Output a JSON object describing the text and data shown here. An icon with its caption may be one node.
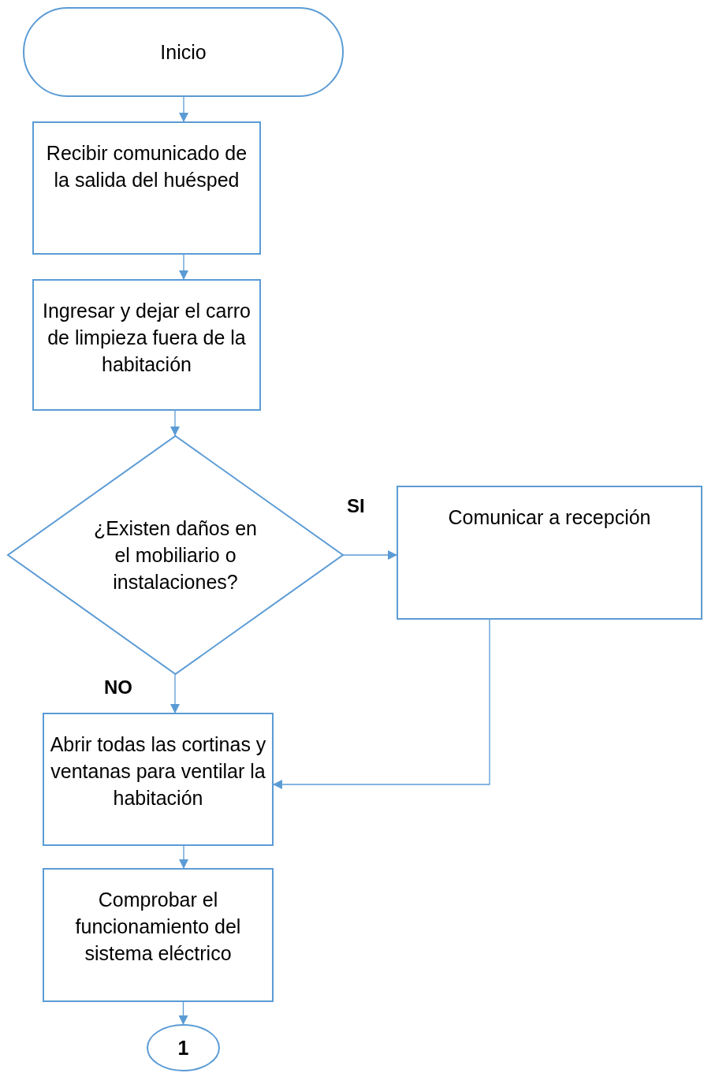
{
  "diagram": {
    "nodes": [
      {
        "text": [
          "Inicio"
        ]
      },
      {
        "text": [
          "Recibir comunicado de la salida del huésped"
        ]
      },
      {
        "text": [
          "Ingresar y dejar el carro de limpieza fuera de la habitación"
        ]
      },
      {
        "text": [
          "¿Existen daños en el mobiliario o instalaciones?"
        ]
      },
      {
        "text": [
          "Comunicar a recepción"
        ]
      },
      {
        "text": [
          "Abrir todas las cortinas y ventanas para ventilar la habitación"
        ]
      },
      {
        "text": [
          "Comprobar el funcionamiento del sistema eléctrico"
        ]
      },
      {
        "text": [
          "1"
        ]
      }
    ],
    "edges": [
      {
        "from": 0,
        "to": 1,
        "arrow": "to"
      },
      {
        "from": 1,
        "to": 2,
        "arrow": "to"
      },
      {
        "from": 2,
        "to": 3,
        "arrow": "to"
      },
      {
        "from": 3,
        "to": 4,
        "arrow": "to",
        "label": "SI"
      },
      {
        "from": 3,
        "to": 5,
        "arrow": "to",
        "label": "NO"
      },
      {
        "from": 4,
        "to": 5,
        "arrow": "to"
      },
      {
        "from": 5,
        "to": 6,
        "arrow": "to"
      },
      {
        "from": 6,
        "to": 7,
        "arrow": "to"
      }
    ]
  }
}
